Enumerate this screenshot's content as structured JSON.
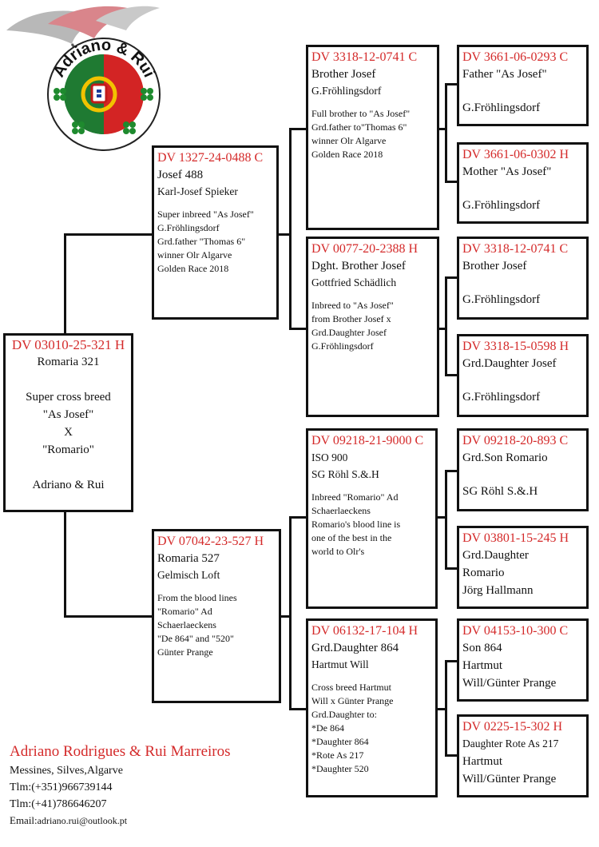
{
  "logo": {
    "text": "Adriano & Rui"
  },
  "subject": {
    "ring": "DV 03010-25-321 H",
    "lines": [
      "Romaria 321",
      "",
      "Super cross breed",
      "\"As Josef\"",
      "X",
      "\"Romario\"",
      "",
      "Adriano & Rui"
    ]
  },
  "father": {
    "ring": "DV 1327-24-0488 C",
    "name": "Josef 488",
    "breeder": "Karl-Josef Spieker",
    "note": [
      "Super inbreed \"As Josef\"",
      "G.Fröhlingsdorf",
      "Grd.father \"Thomas 6\"",
      "winner Olr Algarve",
      "Golden Race 2018"
    ]
  },
  "mother": {
    "ring": "DV 07042-23-527 H",
    "name": "Romaria 527",
    "breeder": "Gelmisch Loft",
    "note": [
      "From the blood lines",
      "\"Romario\" Ad",
      "Schaerlaeckens",
      "\"De 864\" and \"520\"",
      "Günter Prange"
    ]
  },
  "ff": {
    "ring": "DV 3318-12-0741 C",
    "name": "Brother Josef",
    "breeder": "G.Fröhlingsdorf",
    "note": [
      "Full brother to \"As Josef\"",
      "Grd.father to\"Thomas 6\"",
      "winner Olr Algarve",
      "Golden Race 2018"
    ]
  },
  "fm": {
    "ring": "DV 0077-20-2388 H",
    "name": "Dght. Brother Josef",
    "breeder": "Gottfried Schädlich",
    "note": [
      "Inbreed to \"As Josef\"",
      "from Brother Josef x",
      "Grd.Daughter Josef",
      "G.Fröhlingsdorf"
    ]
  },
  "mf": {
    "ring": "DV 09218-21-9000 C",
    "name": "ISO 900",
    "breeder": "SG Röhl S.&.H",
    "note": [
      "Inbreed \"Romario\" Ad",
      "Schaerlaeckens",
      "Romario's blood line is",
      "one of the best in the",
      "world to Olr's"
    ]
  },
  "mm": {
    "ring": "DV 06132-17-104 H",
    "name": "Grd.Daughter 864",
    "breeder": "Hartmut Will",
    "note": [
      "Cross breed Hartmut",
      "Will x Günter Prange",
      "Grd.Daughter to:",
      "*De 864",
      "*Daughter 864",
      "*Rote As 217",
      "*Daughter 520"
    ]
  },
  "fff": {
    "ring": "DV 3661-06-0293 C",
    "lines": [
      "Father \"As Josef\"",
      "",
      "G.Fröhlingsdorf"
    ]
  },
  "ffm": {
    "ring": "DV 3661-06-0302 H",
    "lines": [
      "Mother \"As Josef\"",
      "",
      "G.Fröhlingsdorf"
    ]
  },
  "fmf": {
    "ring": "DV 3318-12-0741 C",
    "lines": [
      "Brother Josef",
      "",
      "G.Fröhlingsdorf"
    ]
  },
  "fmm": {
    "ring": "DV 3318-15-0598 H",
    "lines": [
      "Grd.Daughter Josef",
      "",
      "G.Fröhlingsdorf"
    ]
  },
  "mff": {
    "ring": "DV 09218-20-893 C",
    "lines": [
      "Grd.Son Romario",
      "",
      "SG Röhl S.&.H"
    ]
  },
  "mfm": {
    "ring": "DV 03801-15-245 H",
    "lines": [
      "Grd.Daughter",
      "Romario",
      "Jörg Hallmann"
    ]
  },
  "mmf": {
    "ring": "DV 04153-10-300 C",
    "lines": [
      "Son 864",
      "Hartmut",
      "Will/Günter Prange"
    ]
  },
  "mmm": {
    "ring": "DV 0225-15-302 H",
    "lines": [
      "Daughter Rote As 217",
      "Hartmut",
      "Will/Günter Prange"
    ]
  },
  "contact": {
    "title": "Adriano Rodrigues & Rui Marreiros",
    "address": "Messines, Silves,Algarve",
    "phone1": "Tlm:(+351)966739144",
    "phone2": "Tlm:(+41)786646207",
    "email_label": "Email:",
    "email": "adriano.rui@outlook.pt"
  },
  "colors": {
    "ring_red": "#d42a2a",
    "flag_green": "#1f7a32",
    "flag_red": "#d32424",
    "clover_green": "#1e8a2e"
  }
}
